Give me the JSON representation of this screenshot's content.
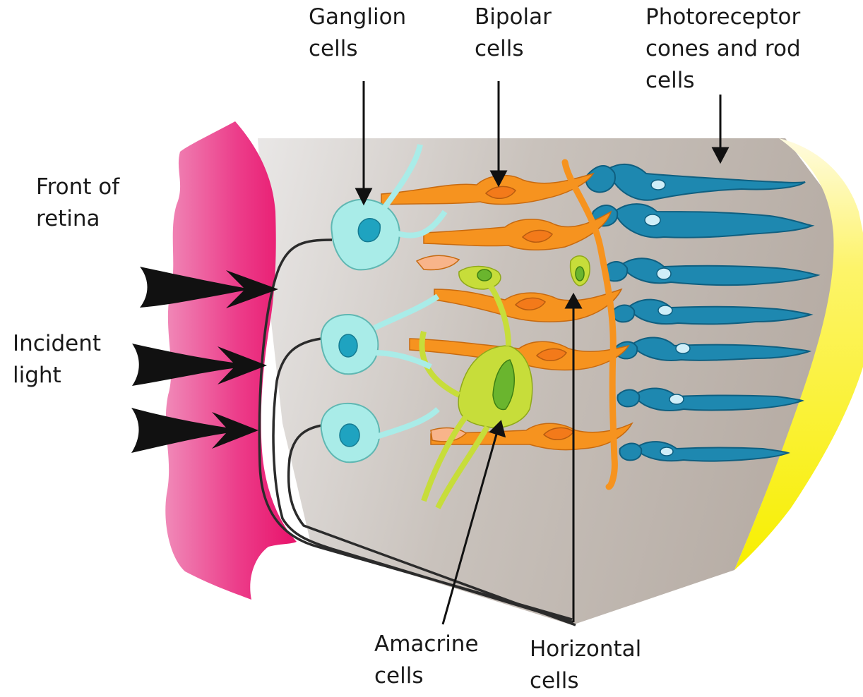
{
  "labels": {
    "front_of_retina": [
      "Front of",
      "retina"
    ],
    "incident_light": [
      "Incident",
      "light"
    ],
    "ganglion_cells": [
      "Ganglion",
      "cells"
    ],
    "bipolar_cells": [
      "Bipolar",
      "cells"
    ],
    "photoreceptors": [
      "Photoreceptor",
      "cones and rod",
      "cells"
    ],
    "amacrine_cells": [
      "Amacrine",
      "cells"
    ],
    "horizontal_cells": [
      "Horizontal",
      "cells"
    ]
  },
  "colors": {
    "front_of_retina": "#e8126a",
    "retina_body": "#bdb5ae",
    "ganglion": "#a9ece8",
    "ganglion_nucleus": "#1fa3c0",
    "bipolar": "#f6931f",
    "bipolar_light": "#f8b48a",
    "amacrine": "#c7dd3a",
    "amacrine_nucleus": "#6ab52e",
    "photoreceptor": "#1e88b0",
    "back_layer": "#f7f000",
    "nerve_fiber": "#2b2b2b",
    "arrow": "#111111"
  }
}
